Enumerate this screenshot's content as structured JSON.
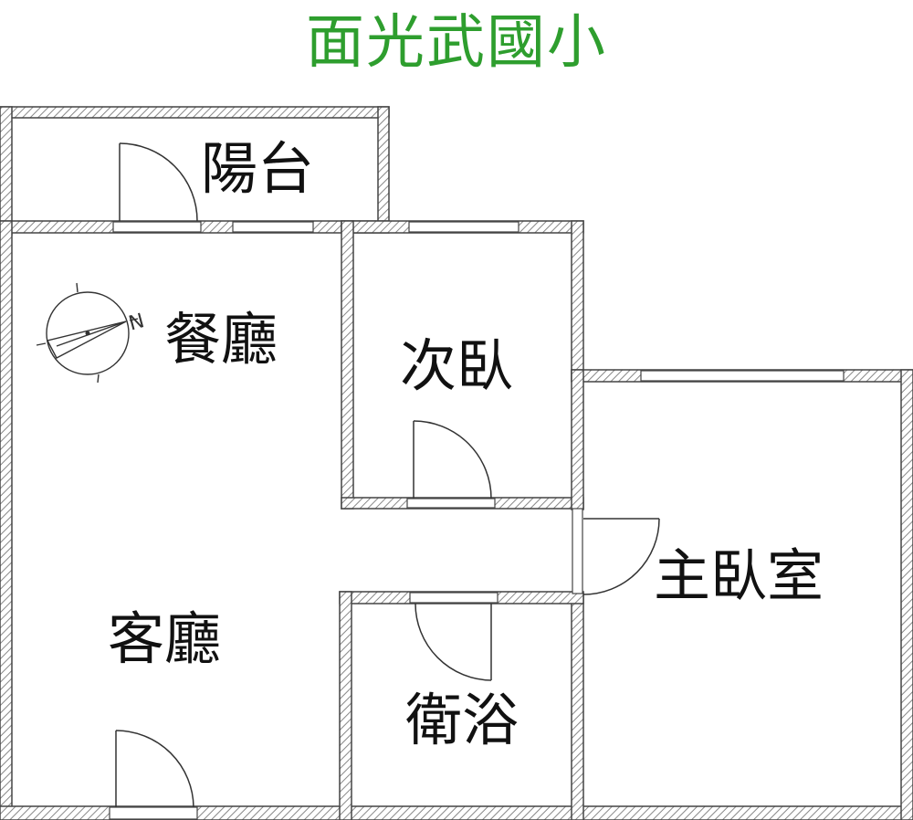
{
  "title": "面光武國小",
  "title_color": "#2e9e2e",
  "wall_color": "#555555",
  "hatch_color": "#999999",
  "rooms": {
    "balcony": "陽台",
    "dining": "餐廳",
    "second_bedroom": "次臥",
    "living": "客廳",
    "master_bedroom": "主臥室",
    "bathroom": "衛浴"
  },
  "compass": {
    "north_label": "N",
    "icon": "north-arrow-compass"
  }
}
